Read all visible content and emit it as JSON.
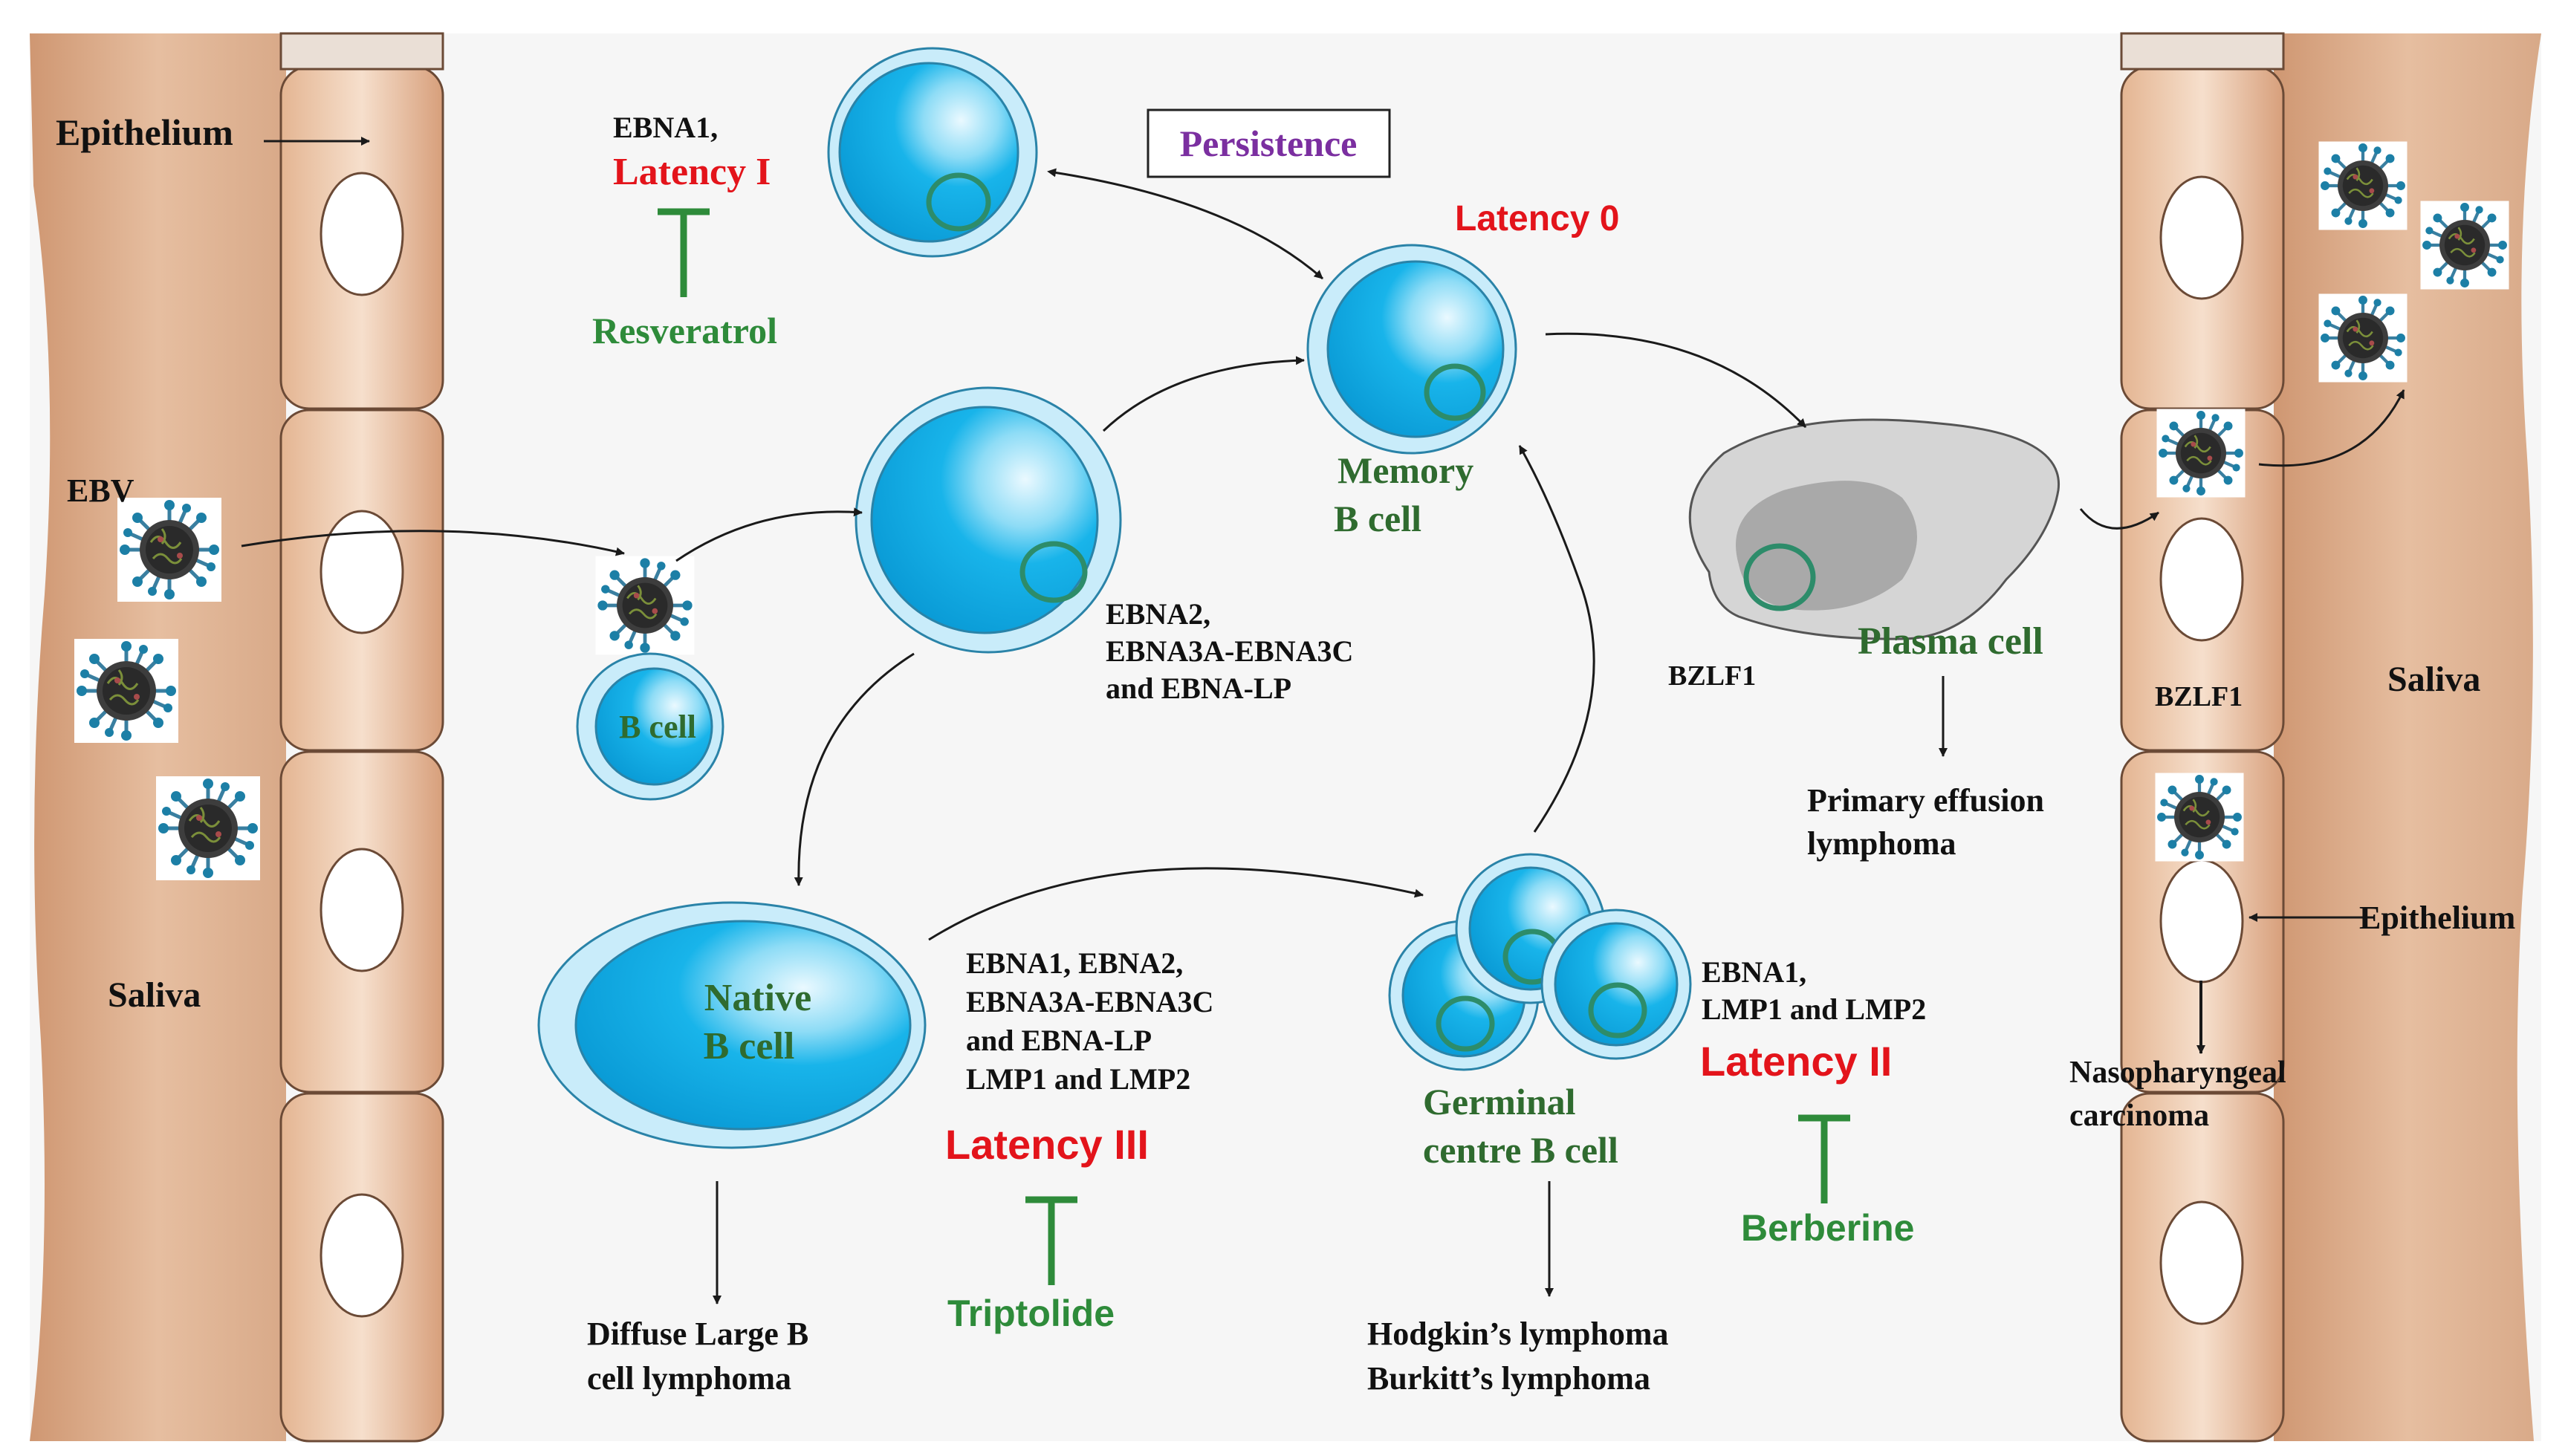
{
  "labels": {
    "epithelium_left": "Epithelium",
    "ebv": "EBV",
    "saliva_left": "Saliva",
    "b_cell": "B cell",
    "ebna1_latency1": "EBNA1,",
    "latency1": "Latency I",
    "resveratrol": "Resveratrol",
    "persistence": "Persistence",
    "latency0": "Latency 0",
    "memory_b_cell_1": "Memory",
    "memory_b_cell_2": "B cell",
    "ebna2_block_1": "EBNA2,",
    "ebna2_block_2": "EBNA3A-EBNA3C",
    "ebna2_block_3": "and EBNA-LP",
    "native_b_cell_1": "Native",
    "native_b_cell_2": "B cell",
    "latency3_genes_1": "EBNA1, EBNA2,",
    "latency3_genes_2": "EBNA3A-EBNA3C",
    "latency3_genes_3": "and EBNA-LP",
    "latency3_genes_4": "LMP1 and LMP2",
    "latency3": "Latency III",
    "triptolide": "Triptolide",
    "dlbcl_1": "Diffuse Large B",
    "dlbcl_2": "cell lymphoma",
    "germinal_1": "Germinal",
    "germinal_2": "centre B cell",
    "latency2_genes_1": "EBNA1,",
    "latency2_genes_2": "LMP1 and LMP2",
    "latency2": "Latency II",
    "berberine": "Berberine",
    "hodgkin": "Hodgkin’s lymphoma",
    "burkitt": "Burkitt’s lymphoma",
    "bzlf1_plasma": "BZLF1",
    "plasma_cell": "Plasma cell",
    "pel_1": "Primary effusion",
    "pel_2": "lymphoma",
    "bzlf1_epi": "BZLF1",
    "saliva_right": "Saliva",
    "epithelium_right": "Epithelium",
    "npc_1": "Nasopharyngeal",
    "npc_2": "carcinoma"
  },
  "colors": {
    "latency_red": "#e3141b",
    "drug_green": "#2e8b3a",
    "cell_label_green": "#2f6b2f",
    "persistence_purple": "#7b2fa0",
    "epithelium_tan": "#d4a27f",
    "cell_blue": "#1fb8ec",
    "cell_outer": "#c9ecfa"
  }
}
